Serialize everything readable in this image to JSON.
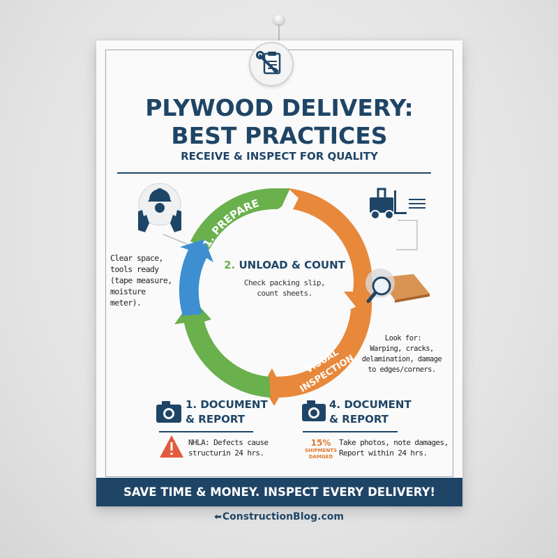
{
  "poster": {
    "title_line1": "PLYWOOD DELIVERY:",
    "title_line2": "BEST PRACTICES",
    "subtitle": "RECEIVE & INSPECT FOR QUALITY",
    "cycle": {
      "step1_label": "1. PREPARE",
      "step3_label_line1": "VISUAL",
      "step3_label_line2": "INSPECTION",
      "center_number": "2.",
      "center_title": "UNLOAD & COUNT",
      "center_desc_line1": "Check packing slip,",
      "center_desc_line2": "count sheets.",
      "colors": {
        "green": "#6ab04c",
        "orange": "#e8883a",
        "blue": "#3d8fd1"
      }
    },
    "left_note": [
      "Clear space,",
      "tools ready",
      "(tape measure,",
      "moisture",
      "meter)."
    ],
    "right_note_title": "Look for:",
    "right_note": [
      "Warping, cracks,",
      "delamination, damage",
      "to edges/corners."
    ],
    "doc_left": {
      "title_line1": "1. DOCUMENT",
      "title_line2": "& REPORT",
      "note_line1": "NHLA: Defects cause",
      "note_line2": "structurin 24 hrs."
    },
    "doc_right": {
      "title_line1": "4. DOCUMENT",
      "title_line2": "& REPORT",
      "note_line1": "Take photos, note damages,",
      "note_line2": "Report within 24 hrs."
    },
    "stat": {
      "value": "15%",
      "label_line1": "SHIPMENTS",
      "label_line2": "DAMGED"
    },
    "footer_banner": "SAVE TIME & MONEY. INSPECT EVERY DELIVERY!",
    "icons": [
      "clipboard-wrench-icon",
      "worker-hardhat-icon",
      "gloves-icon",
      "forklift-icon",
      "magnifier-plywood-icon",
      "camera-icon",
      "warning-icon"
    ],
    "brand_color": "#1f4566"
  },
  "source_credit": "ConstructionBlog.com"
}
